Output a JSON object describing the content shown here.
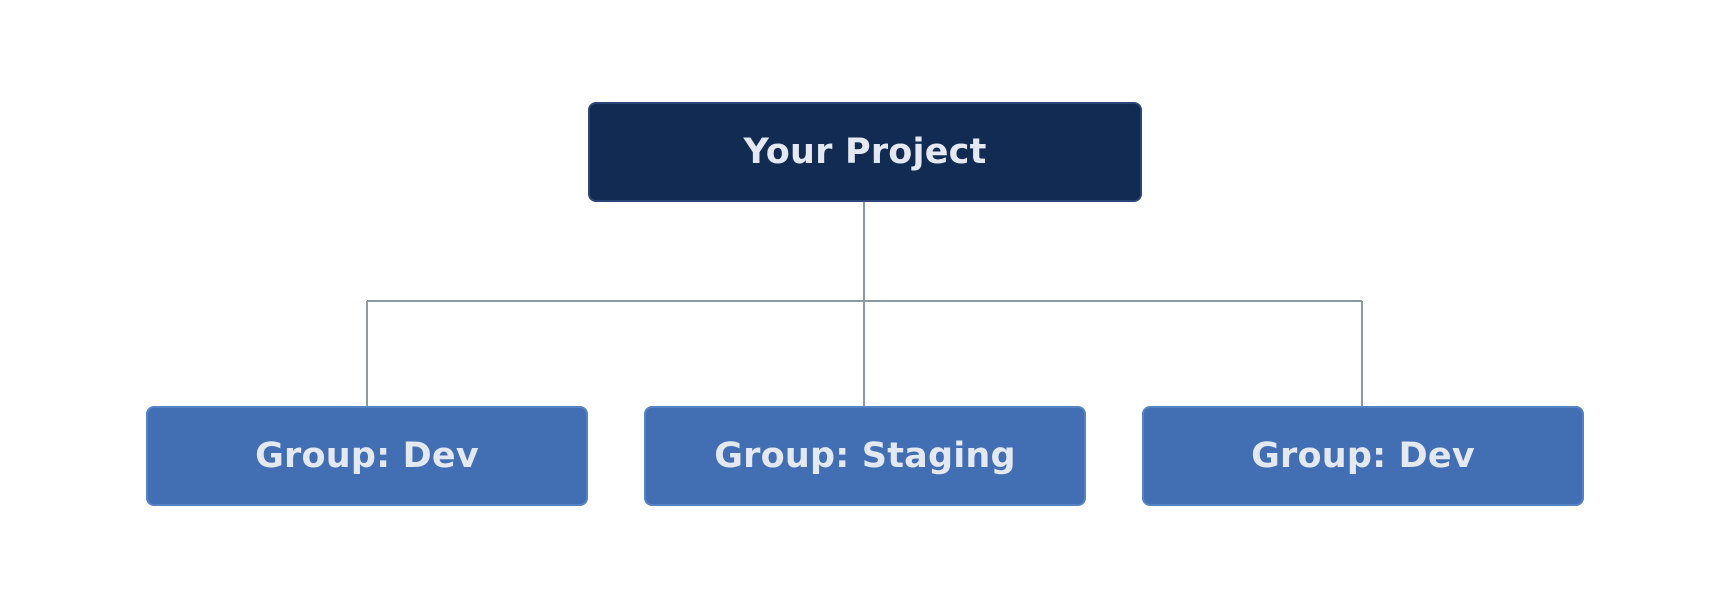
{
  "diagram": {
    "root": {
      "label": "Your Project"
    },
    "children": [
      {
        "label": "Group: Dev"
      },
      {
        "label": "Group: Staging"
      },
      {
        "label": "Group: Dev"
      }
    ],
    "colors": {
      "root_fill": "#122b53",
      "child_fill": "#426fb4",
      "connector": "#8a9b9d",
      "label_text": "#e3e8f1"
    }
  }
}
